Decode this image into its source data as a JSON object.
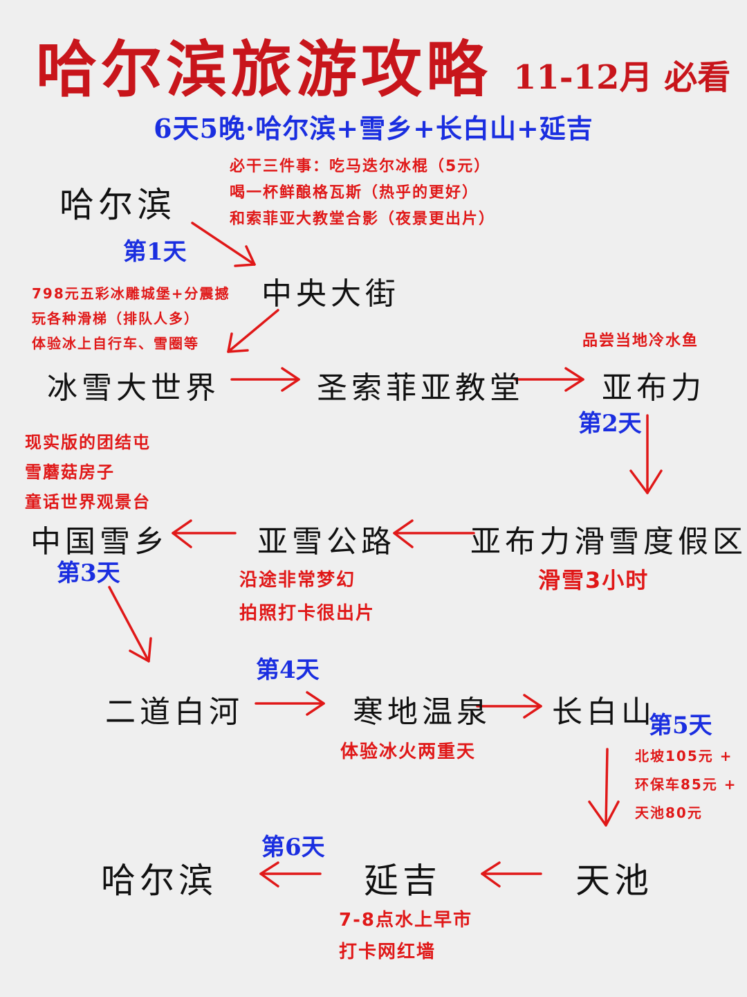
{
  "title": {
    "main": "哈尔滨旅游攻略",
    "side": "11-12月 必看"
  },
  "subtitle": "6天5晚·哈尔滨+雪乡+长白山+延吉",
  "places": {
    "harbin_start": "哈尔滨",
    "zhongyang": "中央大街",
    "bingxue": "冰雪大世界",
    "sophia": "圣索菲亚教堂",
    "yabuli": "亚布力",
    "yabuli_ski": "亚布力滑雪度假区",
    "yaxue": "亚雪公路",
    "xuexiang": "中国雪乡",
    "erdao": "二道白河",
    "hanfeng": "寒地温泉",
    "changbai": "长白山",
    "tianchi": "天池",
    "yanji": "延吉",
    "harbin_end": "哈尔滨"
  },
  "days": {
    "d1": "第1天",
    "d2": "第2天",
    "d3": "第3天",
    "d4": "第4天",
    "d5": "第5天",
    "d6": "第6天"
  },
  "notes": {
    "zhongyang": [
      "必干三件事：吃马迭尔冰棍（5元）",
      "喝一杯鲜酿格瓦斯（热乎的更好）",
      "和索菲亚大教堂合影（夜景更出片）"
    ],
    "bingxue": [
      "798元五彩冰雕城堡+分震撼",
      "玩各种滑梯（排队人多）",
      "体验冰上自行车、雪圈等"
    ],
    "yabuli": [
      "品尝当地冷水鱼"
    ],
    "xuexiang": [
      "现实版的团结屯",
      "雪蘑菇房子",
      "童话世界观景台"
    ],
    "yaxue": [
      "沿途非常梦幻",
      "拍照打卡很出片"
    ],
    "ski": [
      "滑雪3小时"
    ],
    "hanfeng": [
      "体验冰火两重天"
    ],
    "changbai": [
      "北坡105元 +",
      "环保车85元 +",
      "天池80元"
    ],
    "yanji": [
      "7-8点水上早市",
      "打卡网红墙"
    ]
  },
  "colors": {
    "title": "#c8151b",
    "day": "#1a2ee0",
    "note": "#e01818",
    "arrow": "#e01818"
  }
}
